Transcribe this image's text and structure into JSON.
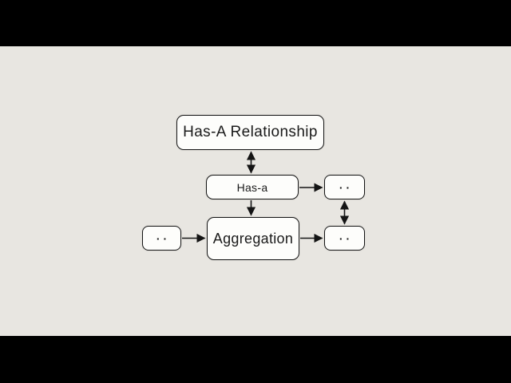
{
  "scene": {
    "kind": "flowchart-slide",
    "background_color": "#e8e6e1",
    "letterbox_color": "#000000",
    "node_fill_color": "#fdfdfb",
    "stroke_color": "#141414"
  },
  "nodes": {
    "title": {
      "label": "Has-A Relationship"
    },
    "has_a": {
      "label": "Has-a"
    },
    "aggregation": {
      "label": "Aggregation"
    },
    "stub_left": {
      "label": "··"
    },
    "stub_top_right": {
      "label": "··"
    },
    "stub_bottom_right": {
      "label": "··"
    }
  },
  "edges": [
    {
      "from": "title",
      "to": "has_a",
      "style": "double-headed-arrow",
      "direction": "vertical"
    },
    {
      "from": "has_a",
      "to": "stub_top_right",
      "style": "arrow",
      "direction": "right"
    },
    {
      "from": "has_a",
      "to": "aggregation",
      "style": "arrow",
      "direction": "down"
    },
    {
      "from": "stub_left",
      "to": "aggregation",
      "style": "arrow",
      "direction": "right"
    },
    {
      "from": "aggregation",
      "to": "stub_bottom_right",
      "style": "arrow",
      "direction": "right"
    },
    {
      "from": "stub_top_right",
      "to": "stub_bottom_right",
      "style": "double-headed-arrow",
      "direction": "vertical"
    }
  ]
}
